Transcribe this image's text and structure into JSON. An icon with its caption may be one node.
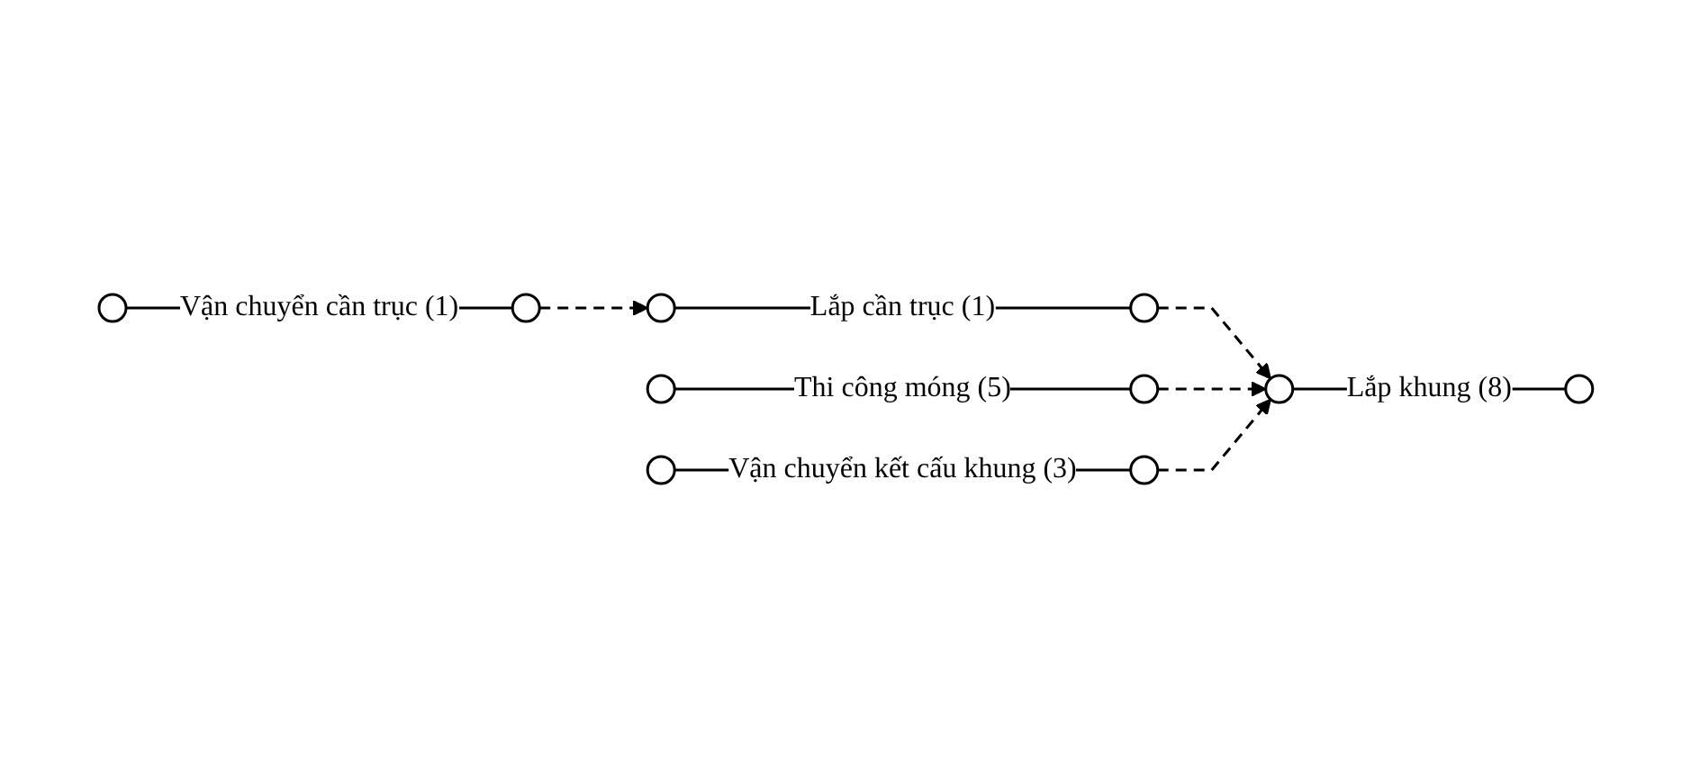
{
  "diagram": {
    "nodes": [
      {
        "text": [],
        "shape": "circle"
      },
      {
        "text": [],
        "shape": "circle"
      },
      {
        "text": [],
        "shape": "circle"
      },
      {
        "text": [],
        "shape": "circle"
      },
      {
        "text": [],
        "shape": "circle"
      },
      {
        "text": [],
        "shape": "circle"
      },
      {
        "text": [],
        "shape": "circle"
      },
      {
        "text": [],
        "shape": "circle"
      },
      {
        "text": [],
        "shape": "circle"
      },
      {
        "text": [],
        "shape": "circle"
      }
    ],
    "edges": [
      {
        "from": 0,
        "to": 1,
        "arrow": "none",
        "label": "Vận chuyển cần trục (1)"
      },
      {
        "from": 1,
        "to": 2,
        "arrow": "to",
        "style": "dashed"
      },
      {
        "from": 2,
        "to": 3,
        "arrow": "none",
        "label": "Lắp cần trục (1)"
      },
      {
        "from": 4,
        "to": 5,
        "arrow": "none",
        "label": "Thi công móng (5)"
      },
      {
        "from": 6,
        "to": 7,
        "arrow": "none",
        "label": "Vận chuyển kết cấu khung (3)"
      },
      {
        "from": 3,
        "to": 8,
        "arrow": "to",
        "style": "dashed"
      },
      {
        "from": 5,
        "to": 8,
        "arrow": "to",
        "style": "dashed"
      },
      {
        "from": 7,
        "to": 8,
        "arrow": "to",
        "style": "dashed"
      },
      {
        "from": 8,
        "to": 9,
        "arrow": "none",
        "label": "Lắp khung (8)"
      }
    ]
  }
}
